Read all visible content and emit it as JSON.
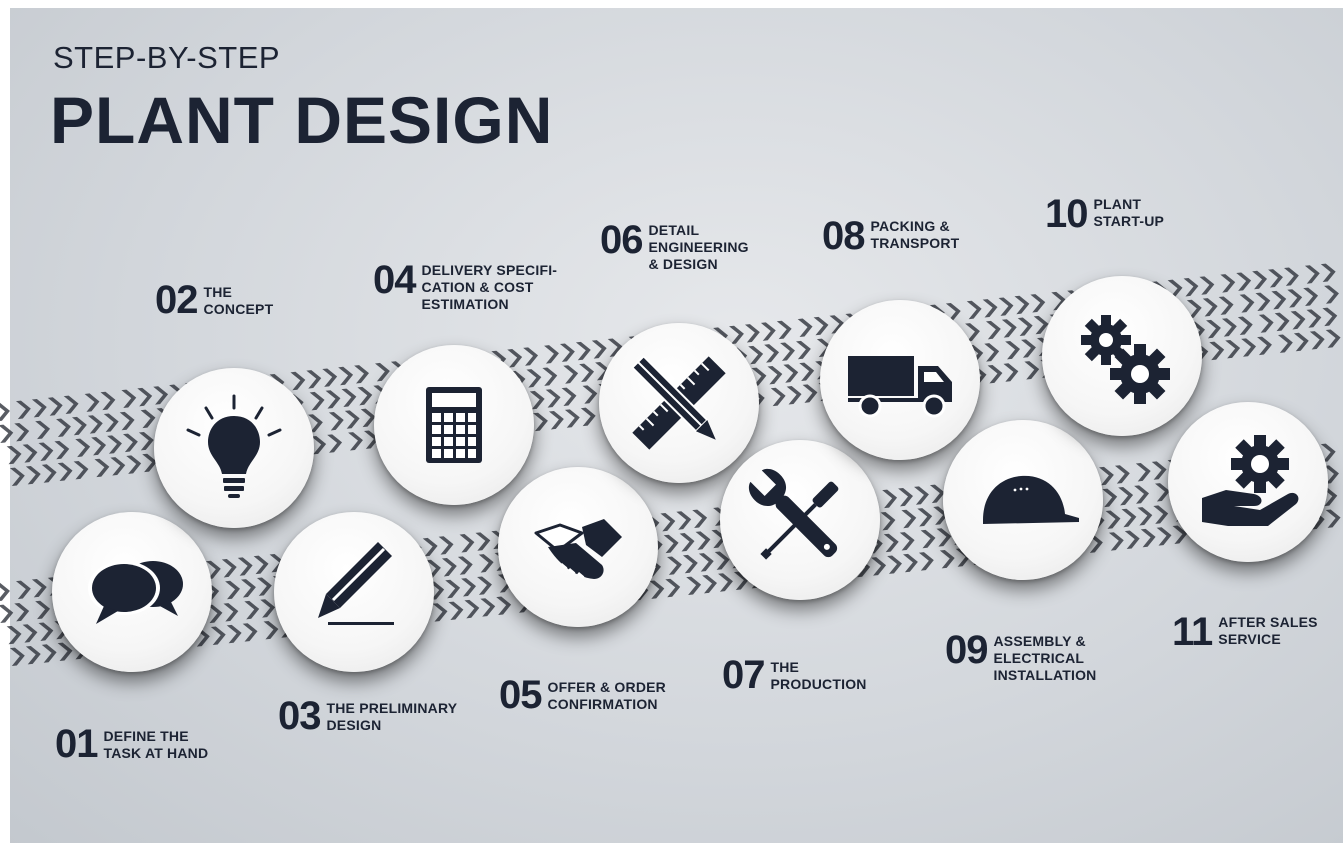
{
  "header": {
    "subtitle": "STEP-BY-STEP",
    "title": "PLANT DESIGN"
  },
  "steps": [
    {
      "number": "01",
      "label": "DEFINE THE\nTASK AT HAND",
      "icon": "speech-bubbles-icon"
    },
    {
      "number": "02",
      "label": "THE\nCONCEPT",
      "icon": "lightbulb-icon"
    },
    {
      "number": "03",
      "label": "THE PRELIMINARY\nDESIGN",
      "icon": "pencil-icon"
    },
    {
      "number": "04",
      "label": "DELIVERY SPECIFI-\nCATION &  COST\nESTIMATION",
      "icon": "calculator-icon"
    },
    {
      "number": "05",
      "label": "OFFER & ORDER\nCONFIRMATION",
      "icon": "handshake-icon"
    },
    {
      "number": "06",
      "label": "DETAIL\nENGINEERING\n& DESIGN",
      "icon": "pencil-ruler-icon"
    },
    {
      "number": "07",
      "label": "THE\nPRODUCTION",
      "icon": "wrench-screwdriver-icon"
    },
    {
      "number": "08",
      "label": "PACKING &\nTRANSPORT",
      "icon": "truck-icon"
    },
    {
      "number": "09",
      "label": "ASSEMBLY &\nELECTRICAL\nINSTALLATION",
      "icon": "hard-hat-icon"
    },
    {
      "number": "10",
      "label": "PLANT\nSTART-UP",
      "icon": "gears-icon"
    },
    {
      "number": "11",
      "label": "AFTER SALES\nSERVICE",
      "icon": "hand-gear-icon"
    }
  ],
  "colors": {
    "text": "#1c2333",
    "icon": "#1c2333",
    "track": "#2b2f38",
    "background": "#d6dadf"
  }
}
